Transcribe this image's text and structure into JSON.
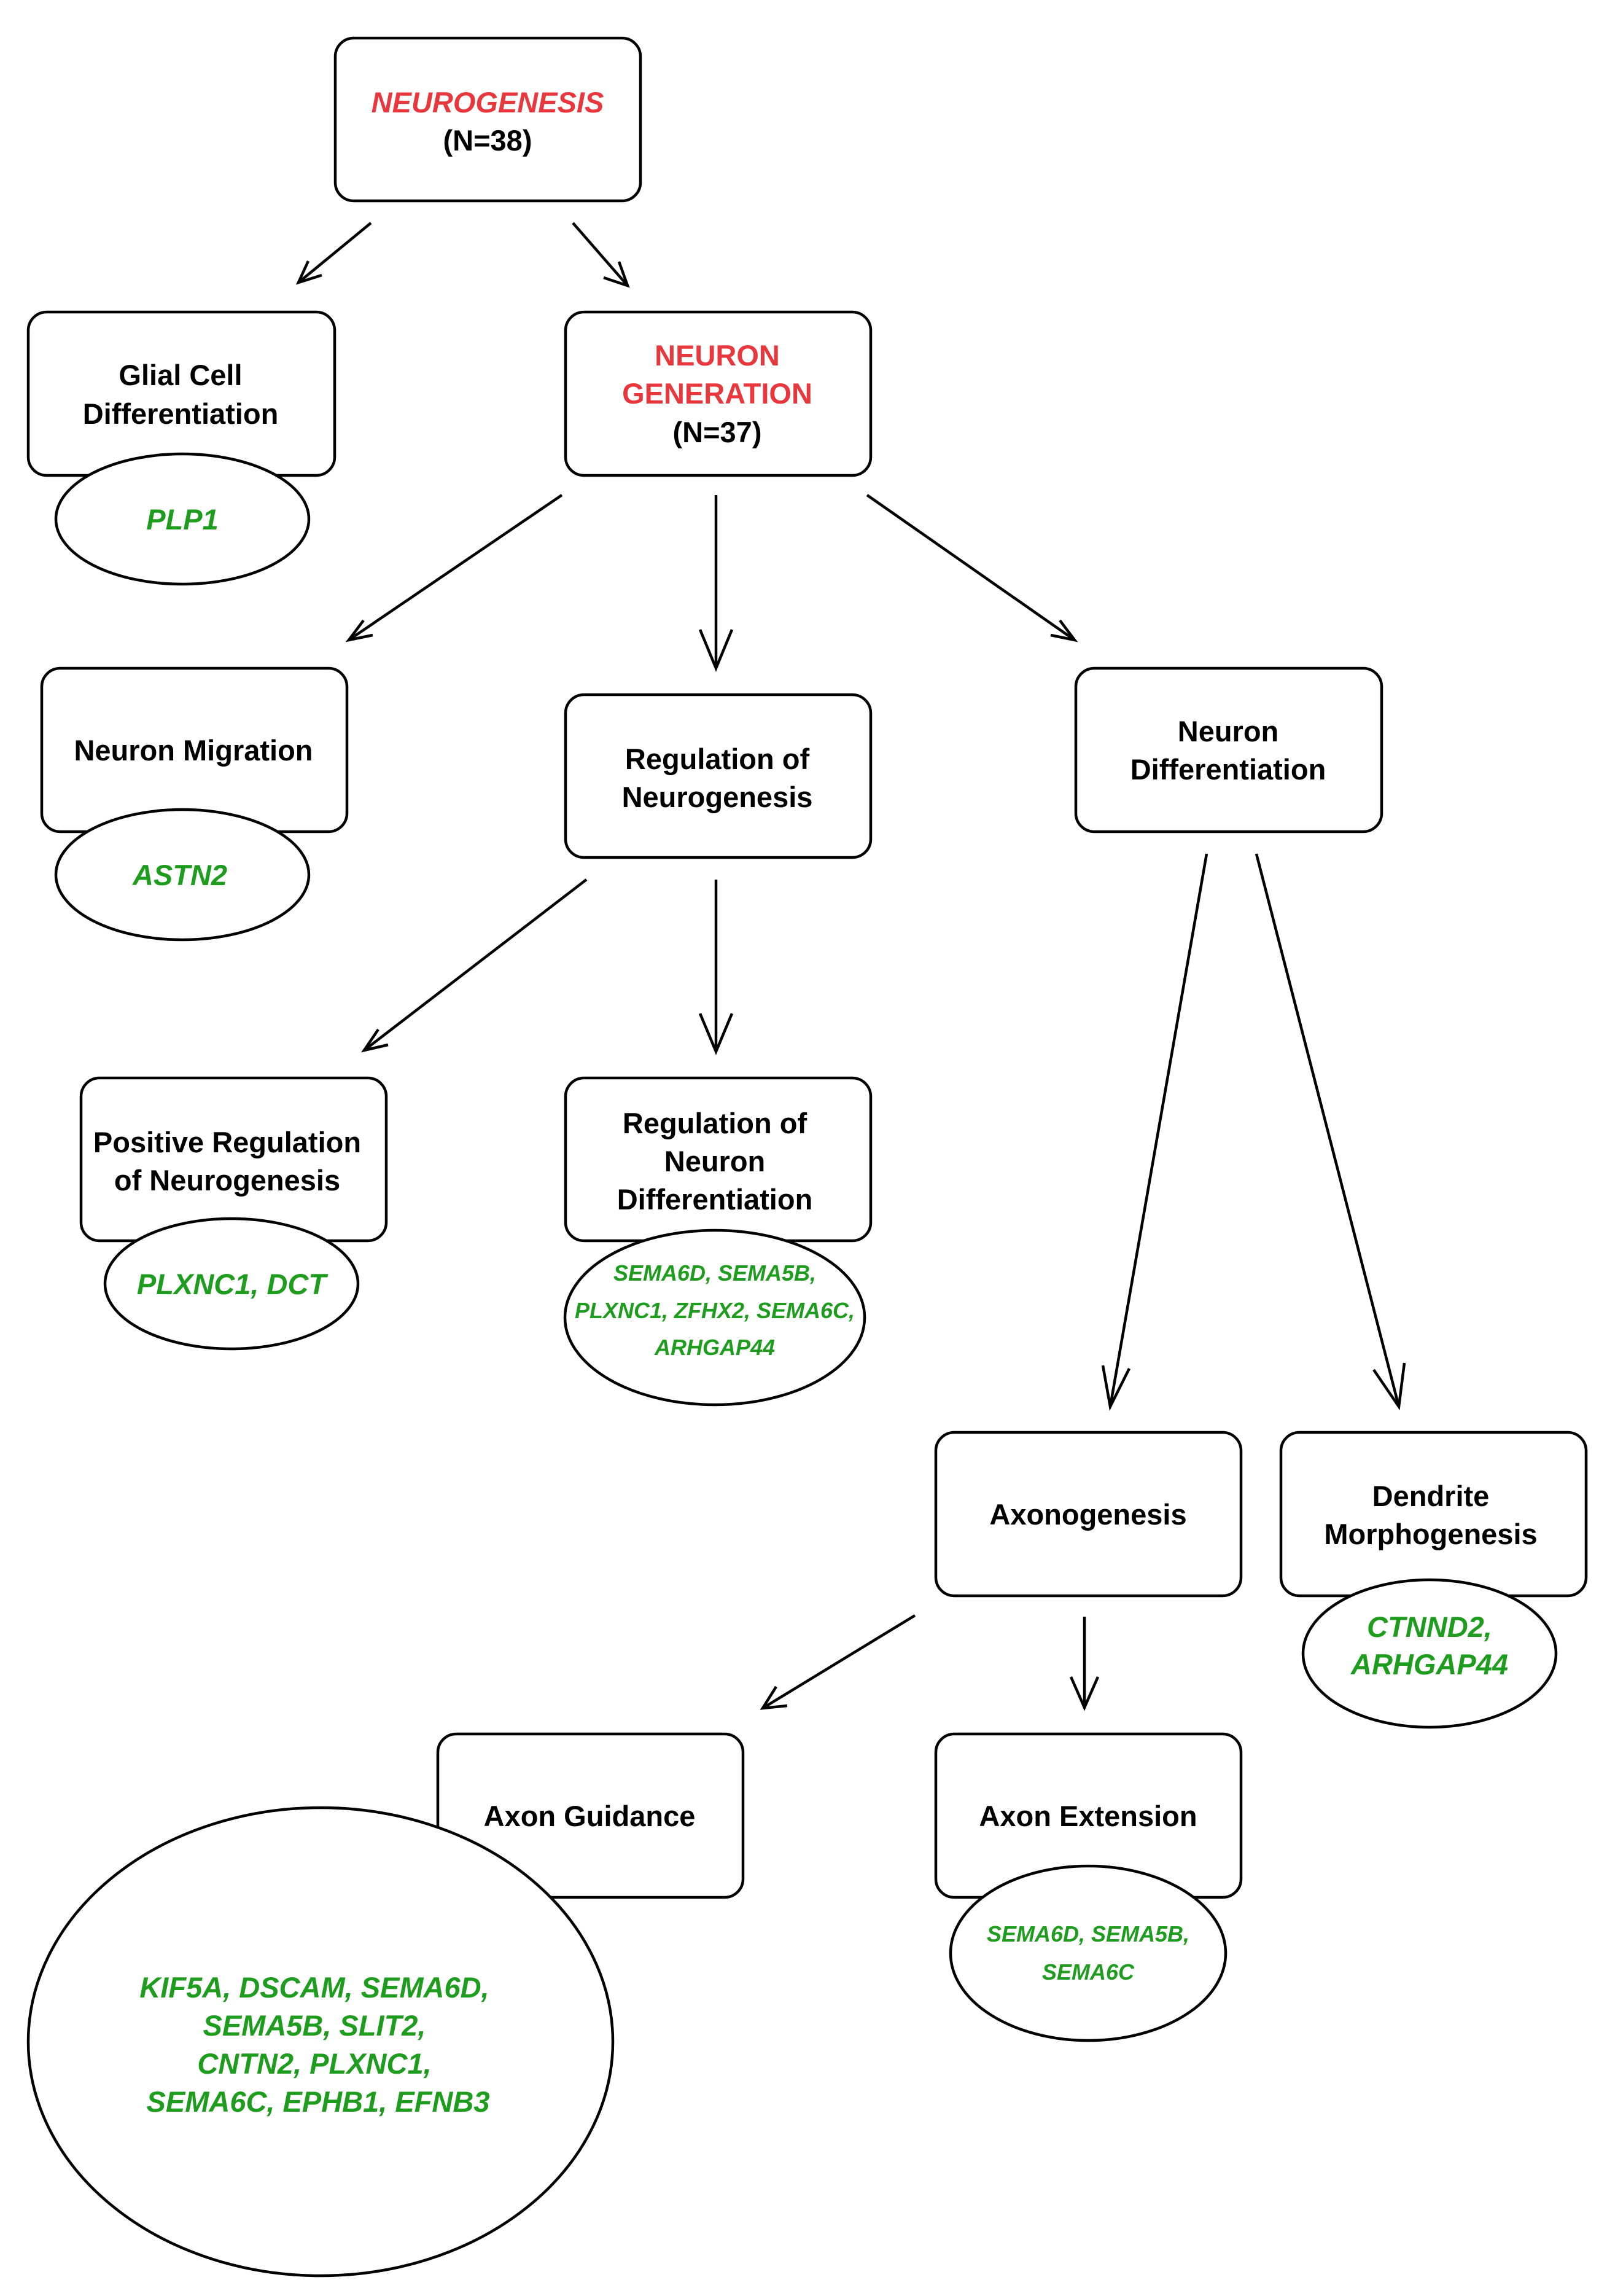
{
  "nodes": {
    "neurogenesis": {
      "title": "NEUROGENESIS",
      "count": "(N=38)"
    },
    "neuron_generation": {
      "line1": "NEURON",
      "line2": "GENERATION",
      "count": "(N=37)"
    },
    "glial_cell_differentiation": {
      "line1": "Glial Cell",
      "line2": "Differentiation"
    },
    "neuron_migration": {
      "label": "Neuron Migration"
    },
    "regulation_of_neurogenesis": {
      "line1": "Regulation of",
      "line2": "Neurogenesis"
    },
    "neuron_differentiation": {
      "line1": "Neuron",
      "line2": "Differentiation"
    },
    "positive_regulation_of_neurogenesis": {
      "line1": "Positive Regulation",
      "line2": "of Neurogenesis"
    },
    "regulation_of_neuron_differentiation": {
      "line1": "Regulation of",
      "line2": "Neuron",
      "line3": "Differentiation"
    },
    "axonogenesis": {
      "label": "Axonogenesis"
    },
    "dendrite_morphogenesis": {
      "line1": "Dendrite",
      "line2": "Morphogenesis"
    },
    "axon_guidance": {
      "label": "Axon Guidance"
    },
    "axon_extension": {
      "label": "Axon Extension"
    }
  },
  "genes": {
    "glial": [
      "PLP1"
    ],
    "migration": [
      "ASTN2"
    ],
    "positive_regulation": [
      "PLXNC1, DCT"
    ],
    "neuron_differentiation_regulation": [
      "SEMA6D, SEMA5B,",
      "PLXNC1, ZFHX2, SEMA6C,",
      "ARHGAP44"
    ],
    "dendrite": [
      "CTNND2,",
      "ARHGAP44"
    ],
    "axon_guidance": [
      "KIF5A, DSCAM, SEMA6D,",
      "SEMA5B, SLIT2,",
      "CNTN2, PLXNC1,",
      "SEMA6C, EPHB1, EFNB3"
    ],
    "axon_extension": [
      "SEMA6D, SEMA5B,",
      "SEMA6C"
    ]
  },
  "colors": {
    "highlight_red": "#e8383d",
    "gene_green": "#1e9c1e",
    "stroke": "#000000"
  }
}
